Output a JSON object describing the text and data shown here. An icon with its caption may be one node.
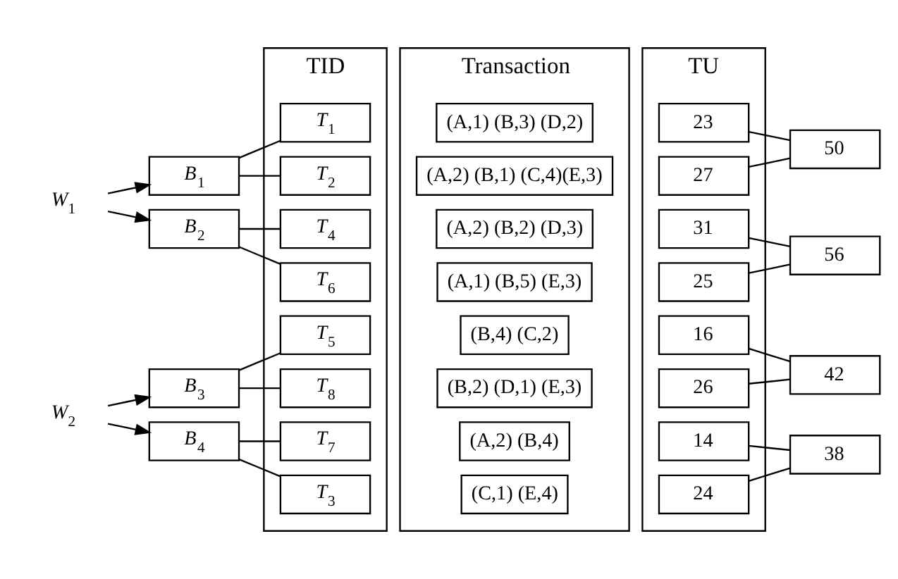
{
  "diagram": {
    "nodes": [
      {
        "text": [
          "W$_{1}$"
        ]
      },
      {
        "text": [
          "B$_{1}$"
        ]
      },
      {
        "text": [
          "B$_{2}$"
        ]
      },
      {
        "text": [
          "W$_{2}$"
        ]
      },
      {
        "text": [
          "B$_{3}$"
        ]
      },
      {
        "text": [
          "B$_{4}$"
        ]
      },
      {
        "text": [
          "TID"
        ]
      },
      {
        "text": [
          "T$_{1}$"
        ],
        "in": 6
      },
      {
        "text": [
          "T$_{2}$"
        ],
        "in": 6
      },
      {
        "text": [
          "T$_{4}$"
        ],
        "in": 6
      },
      {
        "text": [
          "T$_{6}$"
        ],
        "in": 6
      },
      {
        "text": [
          "T$_{5}$"
        ],
        "in": 6
      },
      {
        "text": [
          "T$_{8}$"
        ],
        "in": 6
      },
      {
        "text": [
          "T$_{7}$"
        ],
        "in": 6
      },
      {
        "text": [
          "T$_{3}$"
        ],
        "in": 6
      },
      {
        "text": [
          "Transaction"
        ]
      },
      {
        "text": [
          "(A,1) (B,3) (D,2)"
        ],
        "in": 15
      },
      {
        "text": [
          "(A,2) (B,1) (C,4)(E,3)"
        ],
        "in": 15
      },
      {
        "text": [
          "(A,2) (B,2) (D,3)"
        ],
        "in": 15
      },
      {
        "text": [
          "(A,1) (B,5) (E,3)"
        ],
        "in": 15
      },
      {
        "text": [
          "(B,4) (C,2)"
        ],
        "in": 15
      },
      {
        "text": [
          "(B,2) (D,1) (E,3)"
        ],
        "in": 15
      },
      {
        "text": [
          "(A,2) (B,4)"
        ],
        "in": 15
      },
      {
        "text": [
          "(C,1) (E,4)"
        ],
        "in": 15
      },
      {
        "text": [
          "TU"
        ]
      },
      {
        "text": [
          "23"
        ],
        "in": 24
      },
      {
        "text": [
          "27"
        ],
        "in": 24
      },
      {
        "text": [
          "31"
        ],
        "in": 24
      },
      {
        "text": [
          "25"
        ],
        "in": 24
      },
      {
        "text": [
          "16"
        ],
        "in": 24
      },
      {
        "text": [
          "26"
        ],
        "in": 24
      },
      {
        "text": [
          "14"
        ],
        "in": 24
      },
      {
        "text": [
          "24"
        ],
        "in": 24
      },
      {
        "text": [
          "50"
        ]
      },
      {
        "text": [
          "56"
        ]
      },
      {
        "text": [
          "42"
        ]
      },
      {
        "text": [
          "38"
        ]
      }
    ],
    "edges": [
      {
        "from": 0,
        "to": 1,
        "arrow": "to"
      },
      {
        "from": 0,
        "to": 2,
        "arrow": "to"
      },
      {
        "from": 3,
        "to": 4,
        "arrow": "to"
      },
      {
        "from": 3,
        "to": 5,
        "arrow": "to"
      },
      {
        "from": 1,
        "to": 7,
        "arrow": "none"
      },
      {
        "from": 1,
        "to": 8,
        "arrow": "none"
      },
      {
        "from": 2,
        "to": 9,
        "arrow": "none"
      },
      {
        "from": 2,
        "to": 10,
        "arrow": "none"
      },
      {
        "from": 4,
        "to": 11,
        "arrow": "none"
      },
      {
        "from": 4,
        "to": 12,
        "arrow": "none"
      },
      {
        "from": 5,
        "to": 13,
        "arrow": "none"
      },
      {
        "from": 5,
        "to": 14,
        "arrow": "none"
      },
      {
        "from": 25,
        "to": 33,
        "arrow": "none"
      },
      {
        "from": 26,
        "to": 33,
        "arrow": "none"
      },
      {
        "from": 27,
        "to": 34,
        "arrow": "none"
      },
      {
        "from": 28,
        "to": 34,
        "arrow": "none"
      },
      {
        "from": 29,
        "to": 35,
        "arrow": "none"
      },
      {
        "from": 30,
        "to": 35,
        "arrow": "none"
      },
      {
        "from": 31,
        "to": 36,
        "arrow": "none"
      },
      {
        "from": 32,
        "to": 36,
        "arrow": "none"
      }
    ]
  }
}
